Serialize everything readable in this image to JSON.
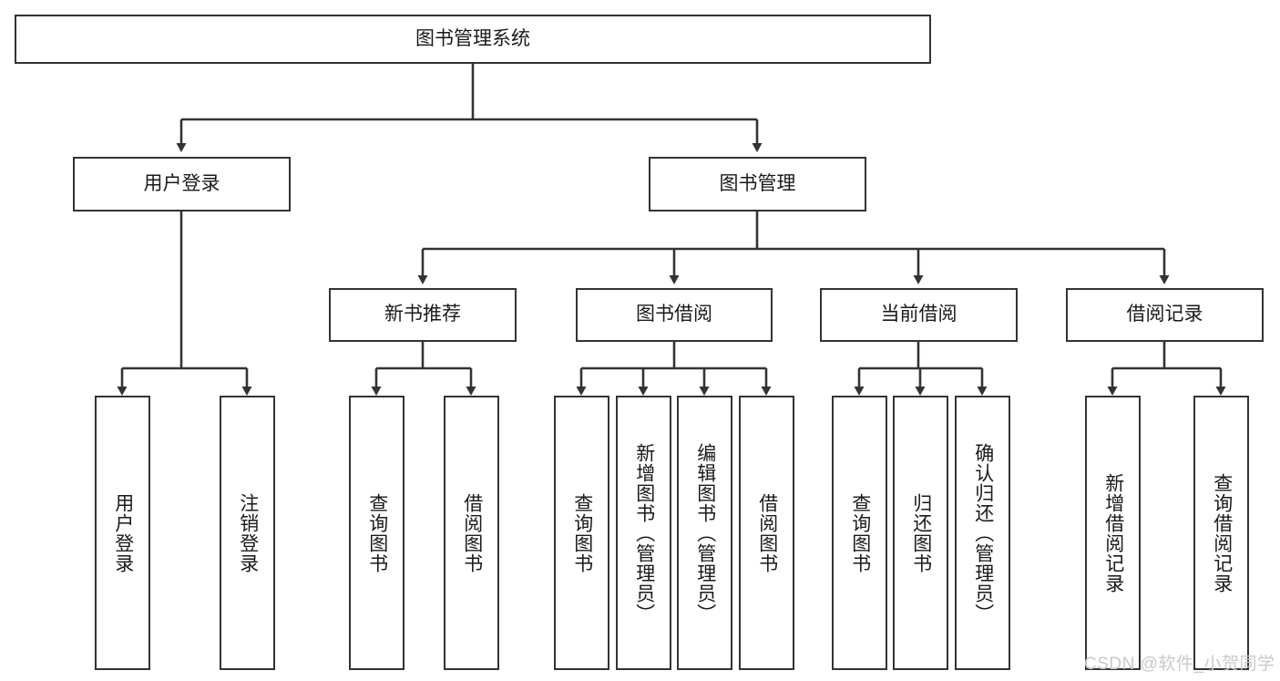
{
  "diagram": {
    "type": "tree",
    "title": "图书管理系统",
    "root": {
      "label": "图书管理系统",
      "level": 0
    },
    "level1": [
      {
        "label": "用户登录"
      },
      {
        "label": "图书管理"
      }
    ],
    "level2": [
      {
        "label": "新书推荐",
        "parent": "图书管理"
      },
      {
        "label": "图书借阅",
        "parent": "图书管理"
      },
      {
        "label": "当前借阅",
        "parent": "图书管理"
      },
      {
        "label": "借阅记录",
        "parent": "图书管理"
      }
    ],
    "leaves": {
      "user_login": [
        {
          "label": "用户登录"
        },
        {
          "label": "注销登录"
        }
      ],
      "new_book": [
        {
          "label": "查询图书"
        },
        {
          "label": "借阅图书"
        }
      ],
      "book_borrow": [
        {
          "label": "查询图书"
        },
        {
          "label": "新增图书（管理员）"
        },
        {
          "label": "编辑图书（管理员）"
        },
        {
          "label": "借阅图书"
        }
      ],
      "current_borrow": [
        {
          "label": "查询图书"
        },
        {
          "label": "归还图书"
        },
        {
          "label": "确认归还（管理员）"
        }
      ],
      "borrow_record": [
        {
          "label": "新增借阅记录"
        },
        {
          "label": "查询借阅记录"
        }
      ]
    }
  },
  "watermark": {
    "text": "CSDN @软件_小贺同学"
  },
  "colors": {
    "box_border": "#333333",
    "box_fill": "#ffffff",
    "text": "#1a1a1a",
    "line": "#333333",
    "watermark": "#c9c9c9",
    "background": "#ffffff"
  }
}
